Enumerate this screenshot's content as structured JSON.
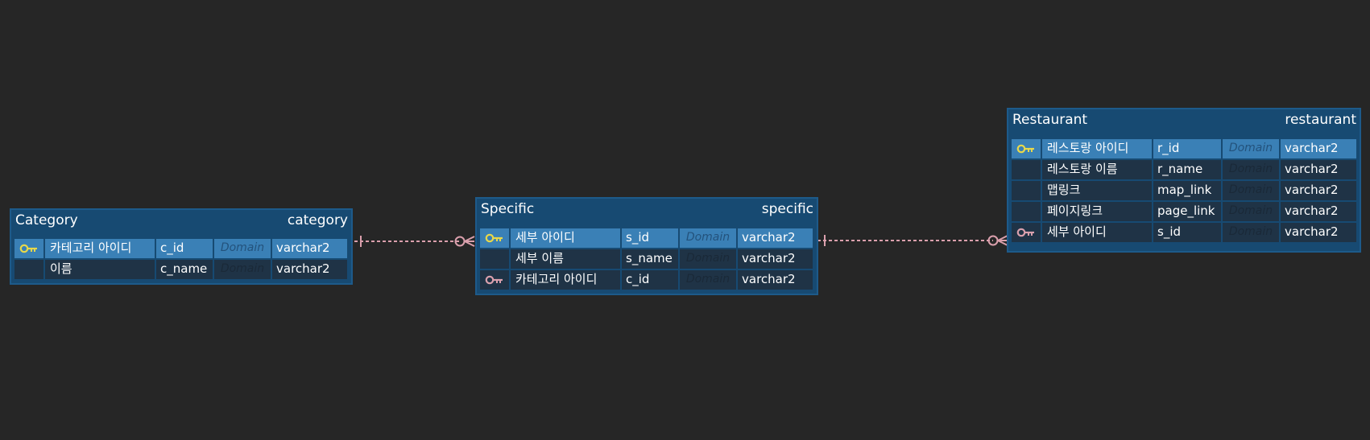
{
  "colors": {
    "background": "#262626",
    "entity_fill": "#174a72",
    "entity_border": "#1d5a8a",
    "pk_row_fill": "#3a80b6",
    "row_fill": "#1f3346",
    "primary_key_icon": "#e8d84a",
    "foreign_key_icon": "#d9a0ad",
    "relationship_line": "#dba0ad"
  },
  "entities": {
    "category": {
      "logical_name": "Category",
      "physical_name": "category",
      "rows": [
        {
          "key": "primary-key-icon",
          "name": "카테고리 아이디",
          "column": "c_id",
          "domain": "Domain",
          "type": "varchar2"
        },
        {
          "key": "",
          "name": "이름",
          "column": "c_name",
          "domain": "Domain",
          "type": "varchar2"
        }
      ]
    },
    "specific": {
      "logical_name": "Specific",
      "physical_name": "specific",
      "rows": [
        {
          "key": "primary-key-icon",
          "name": "세부 아이디",
          "column": "s_id",
          "domain": "Domain",
          "type": "varchar2"
        },
        {
          "key": "",
          "name": "세부 이름",
          "column": "s_name",
          "domain": "Domain",
          "type": "varchar2"
        },
        {
          "key": "foreign-key-icon",
          "name": "카테고리 아이디",
          "column": "c_id",
          "domain": "Domain",
          "type": "varchar2"
        }
      ]
    },
    "restaurant": {
      "logical_name": "Restaurant",
      "physical_name": "restaurant",
      "rows": [
        {
          "key": "primary-key-icon",
          "name": "레스토랑 아이디",
          "column": "r_id",
          "domain": "Domain",
          "type": "varchar2"
        },
        {
          "key": "",
          "name": "레스토랑 이름",
          "column": "r_name",
          "domain": "Domain",
          "type": "varchar2"
        },
        {
          "key": "",
          "name": "맵링크",
          "column": "map_link",
          "domain": "Domain",
          "type": "varchar2"
        },
        {
          "key": "",
          "name": "페이지링크",
          "column": "page_link",
          "domain": "Domain",
          "type": "varchar2"
        },
        {
          "key": "foreign-key-icon",
          "name": "세부 아이디",
          "column": "s_id",
          "domain": "Domain",
          "type": "varchar2"
        }
      ]
    }
  },
  "relationships": [
    {
      "from": "category",
      "to": "specific",
      "from_cardinality": "one-and-only-one",
      "to_cardinality": "zero-or-many",
      "line_style": "dashed"
    },
    {
      "from": "specific",
      "to": "restaurant",
      "from_cardinality": "one-and-only-one",
      "to_cardinality": "zero-or-many",
      "line_style": "dashed"
    }
  ]
}
